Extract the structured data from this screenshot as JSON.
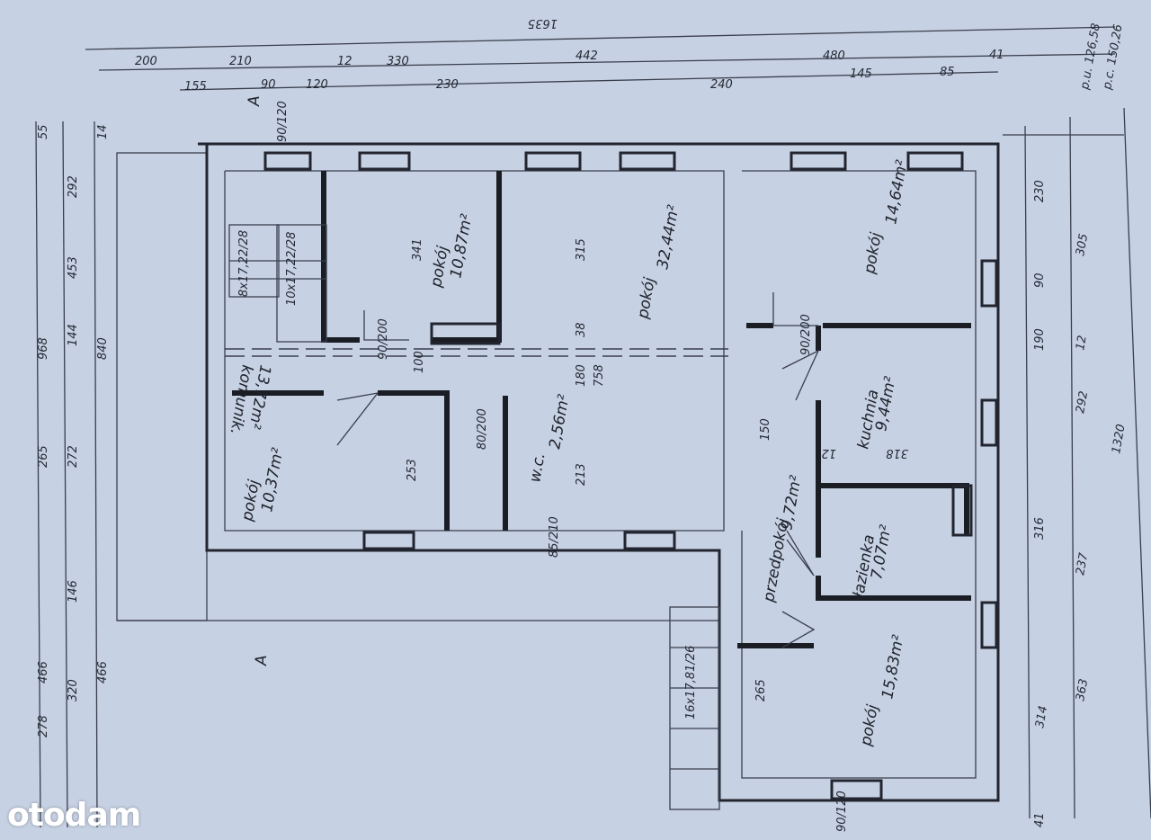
{
  "watermark": "otodam",
  "rooms": [
    {
      "name": "pokój",
      "area": "10,87m²"
    },
    {
      "name": "pokój",
      "area": "32,44m²"
    },
    {
      "name": "pokój",
      "area": "14,64m²"
    },
    {
      "name": "pokój",
      "area": "10,37m²"
    },
    {
      "name": "komunik.",
      "area": "13,72m²"
    },
    {
      "name": "w.c.",
      "area": "2,56m²"
    },
    {
      "name": "kuchnia",
      "area": "9,44m²"
    },
    {
      "name": "łazienka",
      "area": "7,07m²"
    },
    {
      "name": "przedpokój",
      "area": "9,72m²"
    },
    {
      "name": "pokój",
      "area": "15,83m²"
    }
  ],
  "totals": {
    "pu": "p.u. 126,58",
    "pc": "p.c. 150,26"
  },
  "section_marks": [
    "A",
    "A"
  ],
  "dims_top": [
    "1635",
    "200",
    "210",
    "330",
    "442",
    "240",
    "480",
    "155",
    "90",
    "120",
    "230",
    "145",
    "85",
    "12",
    "41"
  ],
  "dims_left": [
    "968",
    "840",
    "466",
    "466",
    "453",
    "265",
    "272",
    "292",
    "144",
    "146",
    "320",
    "278",
    "55",
    "14"
  ],
  "dims_right": [
    "1320",
    "230",
    "305",
    "190",
    "292",
    "316",
    "237",
    "363",
    "314",
    "41",
    "12",
    "90"
  ],
  "dims_inner": [
    "341",
    "315",
    "253",
    "213",
    "180",
    "758",
    "38",
    "100",
    "265",
    "318",
    "150",
    "12"
  ],
  "openings": [
    "90/120",
    "90/200",
    "80/200",
    "90/200",
    "85/210",
    "90/120"
  ],
  "stairs": [
    "8x17,22/28",
    "10x17,22/28",
    "16x17,81/26"
  ],
  "colors": {
    "paper": "#c6d1e3",
    "ink": "#22252f",
    "watermark": "#ffffff"
  }
}
